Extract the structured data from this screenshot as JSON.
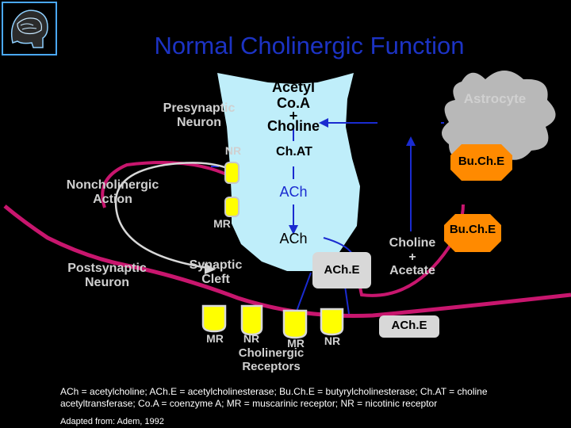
{
  "title": "Normal Cholinergic Function",
  "labels": {
    "presynaptic_line1": "Presynaptic",
    "presynaptic_line2": "Neuron",
    "acetyl_line1": "Acetyl",
    "acetyl_line2": "Co.A",
    "plus_sign": "+",
    "choline_inner": "Choline",
    "astrocyte": "Astrocyte",
    "choline_right": "Choline",
    "nr_pre": "NR",
    "chat": "Ch.AT",
    "buche_top": "Bu.Ch.E",
    "noncholinergic_line1": "Noncholinergic",
    "noncholinergic_line2": "Action",
    "ach_vesicle": "ACh",
    "mr_pre": "MR",
    "ach_cleft": "ACh",
    "choline_acetate_line1": "Choline",
    "choline_acetate_plus": "+",
    "choline_acetate_line3": "Acetate",
    "buche_cleft": "Bu.Ch.E",
    "postsynaptic_line1": "Postsynaptic",
    "postsynaptic_line2": "Neuron",
    "synaptic_cleft_line1": "Synaptic",
    "synaptic_cleft_line2": "Cleft",
    "ache_cleft": "ACh.E",
    "ache_right": "ACh.E",
    "receptor_mr1": "MR",
    "receptor_nr1": "NR",
    "receptor_mr2": "MR",
    "receptor_nr2": "NR",
    "cholinergic_receptors_line1": "Cholinergic",
    "cholinergic_receptors_line2": "Receptors"
  },
  "footnote": "ACh = acetylcholine; ACh.E = acetylcholinesterase; Bu.Ch.E = butyrylcholinesterase; Ch.AT = choline acetyltransferase; Co.A = coenzyme A; MR = muscarinic receptor; NR = nicotinic receptor",
  "source": "Adapted from: Adem, 1992",
  "colors": {
    "title": "#1c33c4",
    "neuron_fill": "#bfeefa",
    "membrane": "#c8166e",
    "astrocyte": "#b8b8b8",
    "buche_octagon": "#ff8a00",
    "receptor_fill": "#ffff00",
    "ache_box": "#d8d8d8",
    "text": "#d0d0d0"
  },
  "icons": [
    "brain-logo-icon"
  ]
}
